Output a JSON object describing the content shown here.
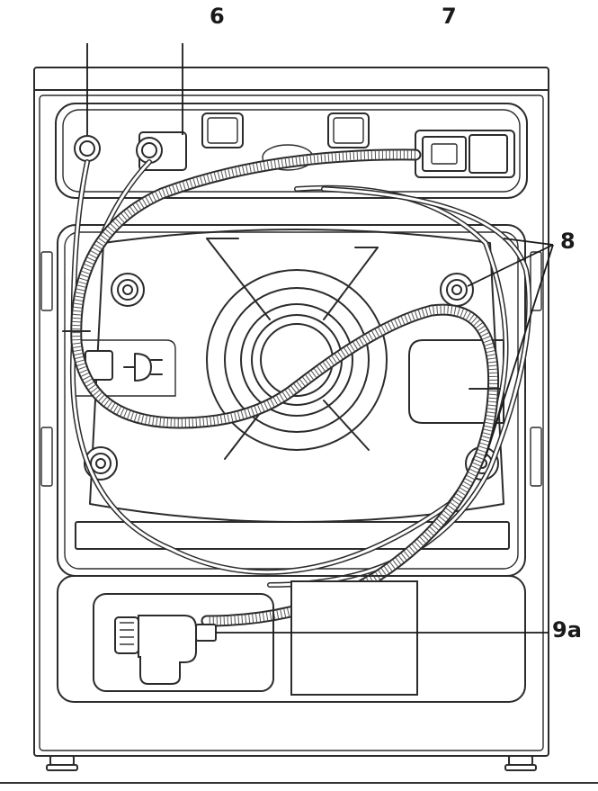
{
  "callouts": {
    "label_6": "6",
    "label_7": "7",
    "label_8": "8",
    "label_9a": "9a"
  }
}
